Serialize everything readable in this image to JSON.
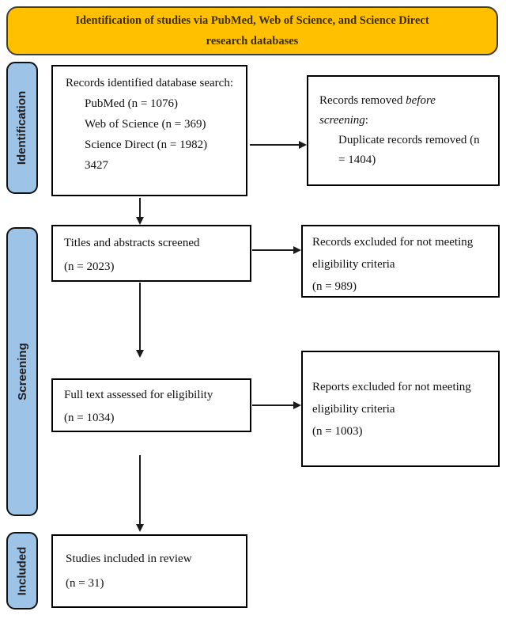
{
  "banner": {
    "title_line1": "Identification of studies via PubMed, Web of Science, and Science Direct",
    "title_line2": "research databases"
  },
  "stages": {
    "identification": "Identification",
    "screening": "Screening",
    "included": "Included"
  },
  "boxes": {
    "records_identified": {
      "intro": "Records identified database search:",
      "items": [
        "PubMed (n = 1076)",
        "Web of Science (n = 369)",
        "Science Direct (n = 1982)",
        "3427"
      ]
    },
    "records_removed": {
      "intro_prefix": "Records removed ",
      "intro_italic": "before screening",
      "intro_suffix": ":",
      "detail": "Duplicate records removed (n = 1404)"
    },
    "titles_screened": {
      "line1": "Titles and abstracts screened",
      "line2": "(n = 2023)"
    },
    "records_excluded": {
      "line1": "Records excluded for not meeting eligibility criteria",
      "line2": "(n = 989)"
    },
    "full_text_assessed": {
      "line1": "Full text assessed for eligibility",
      "line2": "(n = 1034)"
    },
    "reports_excluded": {
      "line1": "Reports excluded for not meeting eligibility criteria",
      "line2": "(n = 1003)"
    },
    "studies_included": {
      "line1": "Studies included in review",
      "line2": "(n = 31)"
    }
  },
  "colors": {
    "banner_bg": "#FFC000",
    "banner_border": "#3f3f3f",
    "banner_text": "#3a2e00",
    "stage_bg": "#9DC3E6",
    "stage_border": "#111111",
    "stage_text": "#1f1f1f",
    "box_border": "#000000",
    "box_bg": "#ffffff",
    "box_text": "#111111",
    "arrow": "#1a1a1a"
  }
}
